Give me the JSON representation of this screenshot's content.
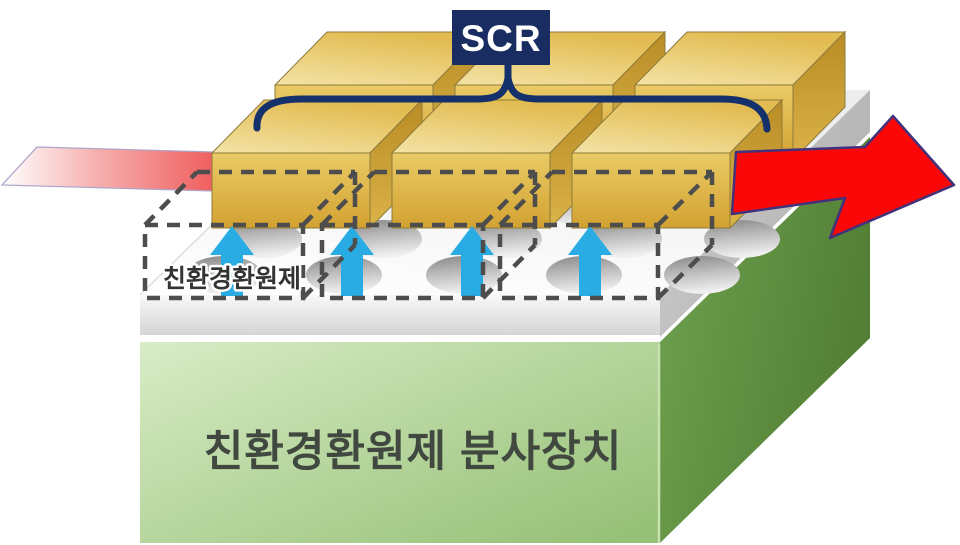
{
  "labels": {
    "scr": "SCR",
    "reductant": "친환경환원제",
    "injector": "친환경환원제 분사장치"
  },
  "icons": {
    "up_arrows": "reductant-spray-up-arrow",
    "inlet": "gas-inlet-flow-arrow",
    "outlet": "gas-outlet-flow-arrow",
    "brace": "grouping-brace"
  },
  "colors": {
    "navy_box": "#1A2D62",
    "brace": "#14316B",
    "scr_text": "#FFFFFF",
    "gold_front": "#DDB23F",
    "gold_top": "#EDD588",
    "gold_side": "#C6992D",
    "blue_arrow": "#29ACE3",
    "red_arrow": "#FB0707",
    "red_arrow_outline": "#43317B",
    "inlet_red": "#F16A6A",
    "dash": "#4D4D4D",
    "platform_gray": "#BDBDBD",
    "green_front_light": "#D8ECC6",
    "green_front_dark": "#96C077",
    "green_side": "#5E8F3F",
    "reductant_text": "#333333",
    "injector_text": "#404840"
  }
}
